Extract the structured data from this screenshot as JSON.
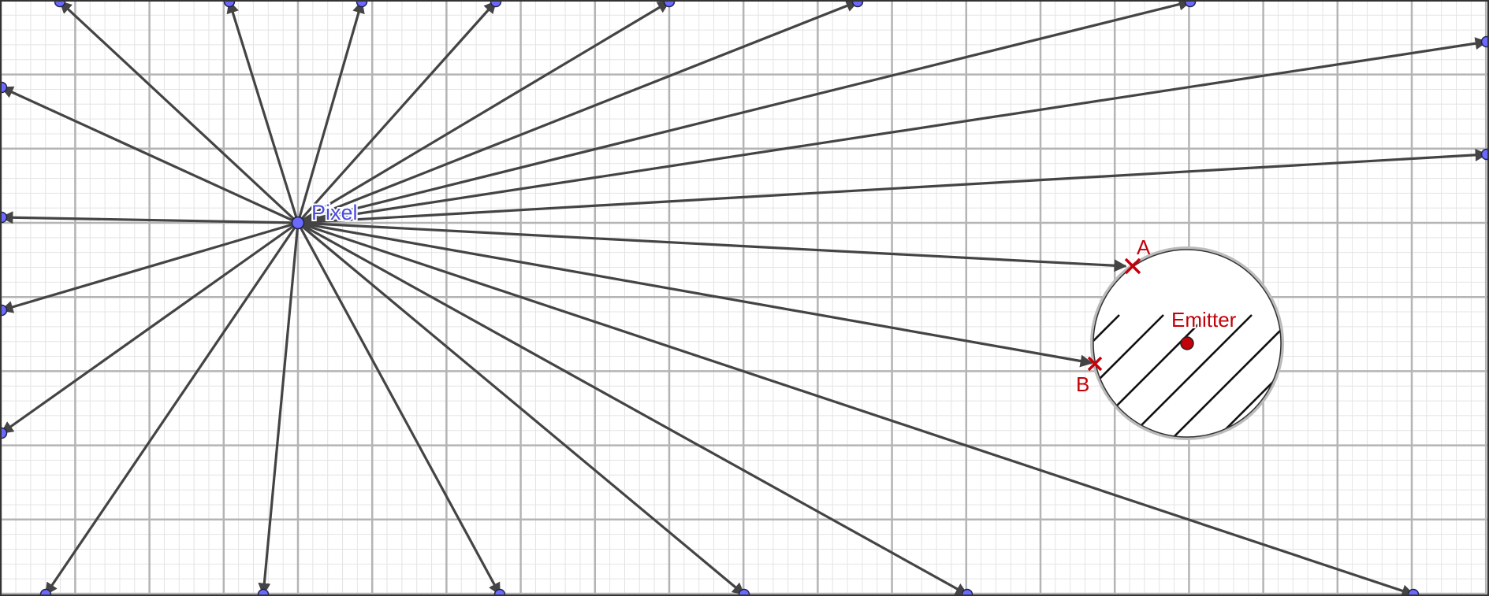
{
  "labels": {
    "pixel": "Pixel",
    "emitter": "Emitter",
    "point_a": "A",
    "point_b": "B"
  },
  "colors": {
    "background": "#ffffff",
    "grid_minor": "#e4e4e4",
    "grid_major": "#b4b4b4",
    "ray": "#444444",
    "pixel_point": "#6a6aff",
    "pixel_label": "#4a4adf",
    "emitter": "#c4000a",
    "hatch": "#111111",
    "frame": "#333333"
  },
  "icons": {
    "ray_endpoint": "circle-marker-icon",
    "intersection": "cross-marker-icon",
    "emitter_center": "dot-icon"
  }
}
